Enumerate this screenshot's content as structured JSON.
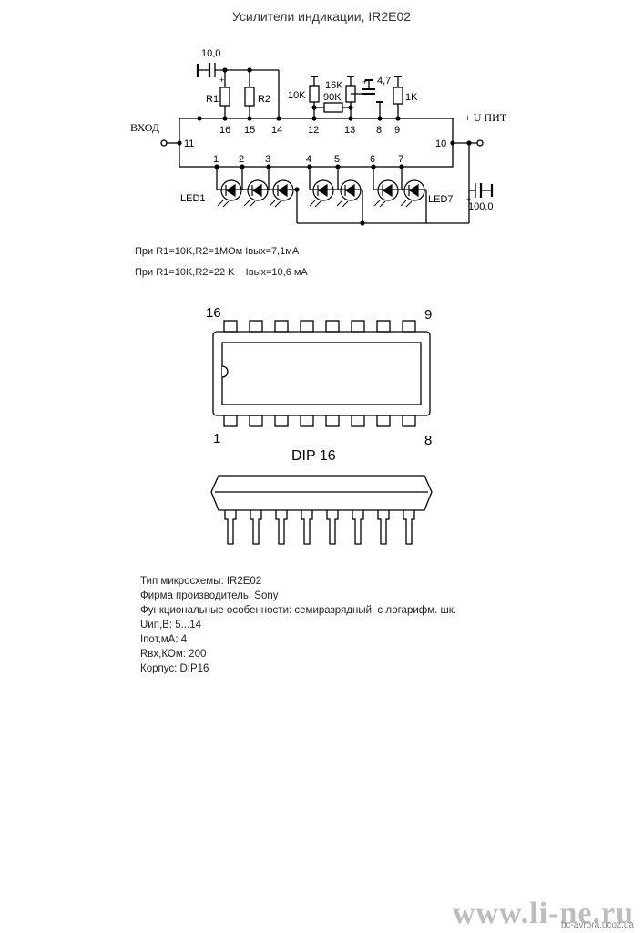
{
  "title": "Усилители индикации, IR2E02",
  "schematic": {
    "input_label": "ВХОД",
    "supply_label": "+ U ПИТ",
    "cap_in": "10,0",
    "cap_out": "100,0",
    "cap_mid": "4,7",
    "plus": "+",
    "resistors": {
      "r1": "R1",
      "r2": "R2",
      "r10k": "10K",
      "r16k": "16K",
      "r90k": "90K",
      "r1k": "1K"
    },
    "top_pins": [
      "16",
      "15",
      "14",
      "12",
      "13",
      "8",
      "9"
    ],
    "side_pins": {
      "left": "11",
      "right": "10"
    },
    "bottom_pins": [
      "1",
      "2",
      "3",
      "4",
      "5",
      "6",
      "7"
    ],
    "led_first": "LED1",
    "led_last": "LED7"
  },
  "notes": [
    "При R1=10K,R2=1МОм Iвых=7,1мА",
    "При R1=10K,R2=22 K    Iвых=10,6 мА"
  ],
  "package": {
    "pin_top_left": "16",
    "pin_top_right": "9",
    "pin_bottom_left": "1",
    "pin_bottom_right": "8",
    "name": "DIP 16"
  },
  "specs": [
    "Тип микросхемы: IR2E02",
    "Фирма производитель: Sony",
    "Функциональные особенности: семиразрядный, с логарифм. шк.",
    "Uип,В: 5...14",
    "Iпот,мА: 4",
    "Rвх,КОм: 200",
    "Корпус: DIP16"
  ],
  "watermark": {
    "main": "www.li-ne.ru",
    "sub": "bc-avrora.ucoz.ua"
  }
}
